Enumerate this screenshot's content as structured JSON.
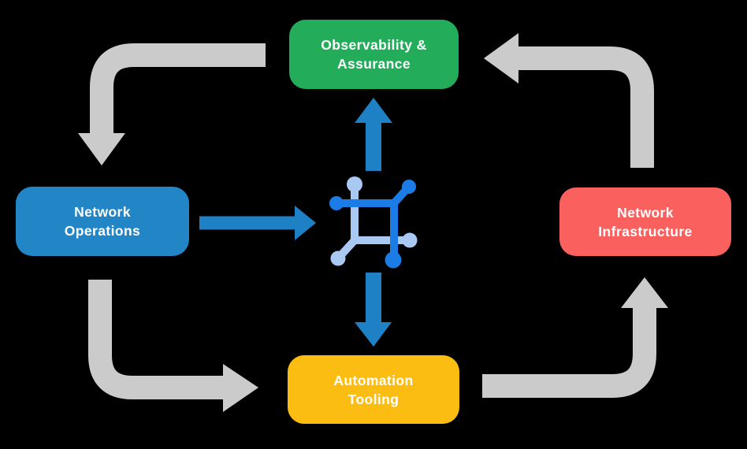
{
  "title": "Network automation cycle diagram",
  "colors": {
    "background": "#000000",
    "observability_green": "#23ad5b",
    "operations_blue": "#2185c6",
    "infrastructure_red": "#fa615e",
    "automation_yellow": "#fcbd13",
    "cycle_arrow_gray": "#cbcbcb",
    "flow_arrow_blue": "#1e80c5",
    "icon_blue_dark": "#1b7ce6",
    "icon_blue_light": "#a9c8f2",
    "text": "#ffffff"
  },
  "nodes": {
    "observability": {
      "label": "Observability &\nAssurance"
    },
    "operations": {
      "label": "Network\nOperations"
    },
    "infrastructure": {
      "label": "Network\nInfrastructure"
    },
    "automation": {
      "label": "Automation\nTooling"
    }
  },
  "center_icon": {
    "name": "network-grid-icon"
  },
  "arrows": {
    "gray_cycle": [
      "observability-to-operations",
      "infrastructure-to-observability",
      "operations-to-automation",
      "automation-to-infrastructure"
    ],
    "blue_flow": [
      "operations-to-center",
      "center-to-observability",
      "center-to-automation"
    ]
  }
}
